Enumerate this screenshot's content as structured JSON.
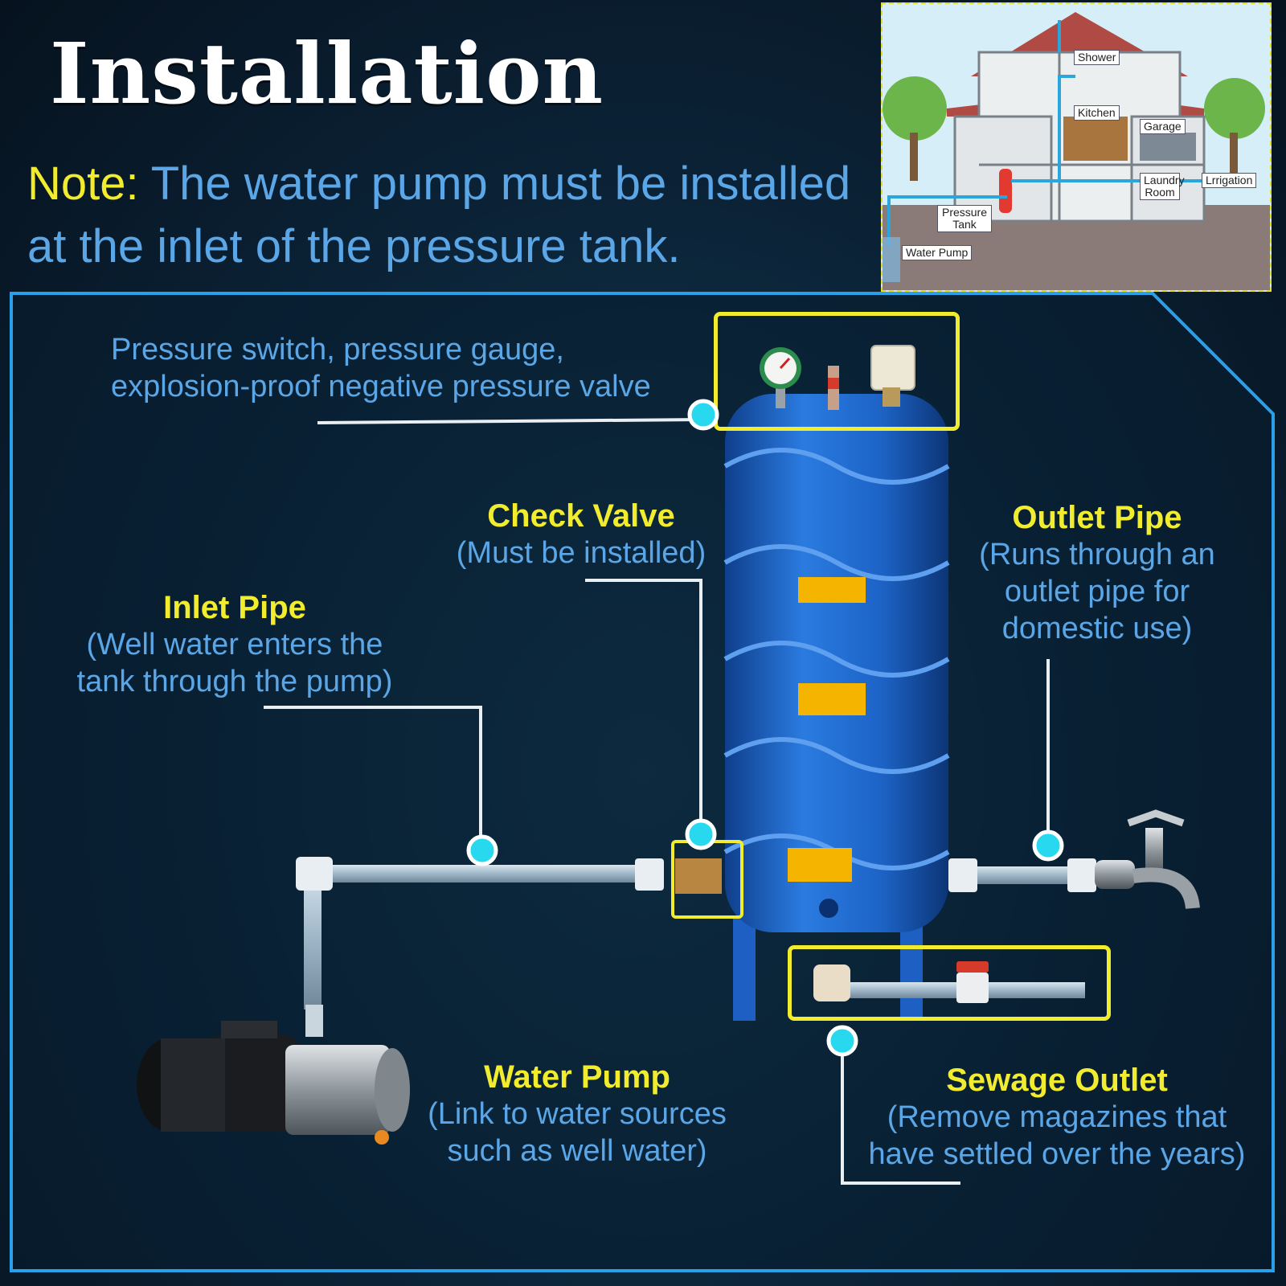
{
  "title": "Installation",
  "note": {
    "lead": "Note:",
    "line1": " The water pump must be installed",
    "line2": "at the inlet of the pressure tank."
  },
  "house": {
    "shower": "Shower",
    "kitchen": "Kitchen",
    "garage": "Garage",
    "laundry": "Laundry Room",
    "irrigation": "Lrrigation",
    "pressure_tank": "Pressure Tank",
    "water_pump": "Water Pump"
  },
  "labels": {
    "pressure_switch": {
      "line1": "Pressure switch, pressure gauge,",
      "line2": "explosion-proof negative pressure valve"
    },
    "check_valve": {
      "title": "Check Valve",
      "desc": "(Must be installed)"
    },
    "inlet_pipe": {
      "title": "Inlet Pipe",
      "line1": "(Well water enters the",
      "line2": "tank through the pump)"
    },
    "outlet_pipe": {
      "title": "Outlet Pipe",
      "line1": "(Runs through an",
      "line2": "outlet pipe for",
      "line3": "domestic use)"
    },
    "water_pump": {
      "title": "Water Pump",
      "line1": "(Link to water sources",
      "line2": "such as well water)"
    },
    "sewage_outlet": {
      "title": "Sewage Outlet",
      "line1": "(Remove magazines that",
      "line2": "have settled over the years)"
    }
  },
  "colors": {
    "accent_yellow": "#f2ec2e",
    "label_blue": "#5aa6e6",
    "tank_blue": "#1e63c8",
    "panel_border": "#2aa0e8",
    "marker_cyan": "#27d8ee"
  }
}
